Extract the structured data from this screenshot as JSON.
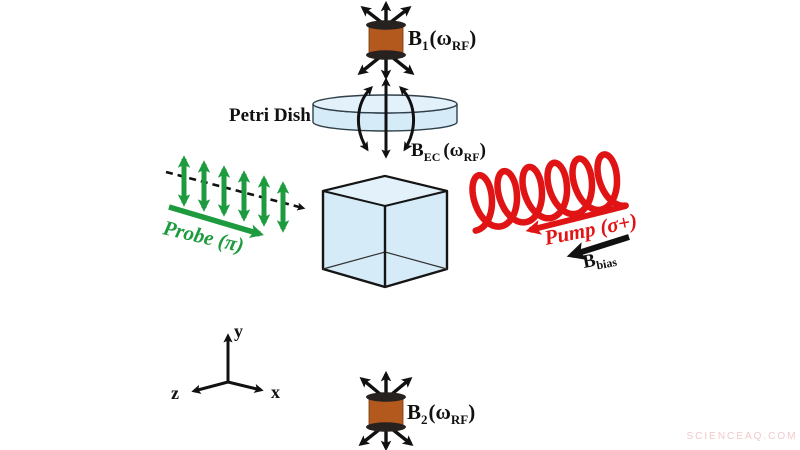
{
  "labels": {
    "b1": {
      "base": "B",
      "sub": "1",
      "open": "(ω",
      "sub2": "RF",
      "close": ")"
    },
    "b2": {
      "base": "B",
      "sub": "2",
      "open": "(ω",
      "sub2": "RF",
      "close": ")"
    },
    "bec": {
      "base": "B",
      "sub": "EC",
      "open": "(ω",
      "sub2": "RF",
      "close": ")"
    },
    "petri_dish": "Petri Dish",
    "probe": "Probe (π)",
    "pump": "Pump (σ+)",
    "bbias": {
      "base": "B",
      "sub": "bias"
    },
    "axes": {
      "x": "x",
      "y": "y",
      "z": "z"
    }
  },
  "watermark": {
    "text": "SCIENCEAQ.COM"
  },
  "colors": {
    "green": "#1e9b3f",
    "red": "#e01414",
    "coil_body": "#b3591d",
    "coil_cap": "#27221f",
    "glass_blue": "#d5ebf8",
    "glass_blue_light": "#e2f1fa",
    "ink": "#111111",
    "watermark_pink": "#f0caca"
  }
}
